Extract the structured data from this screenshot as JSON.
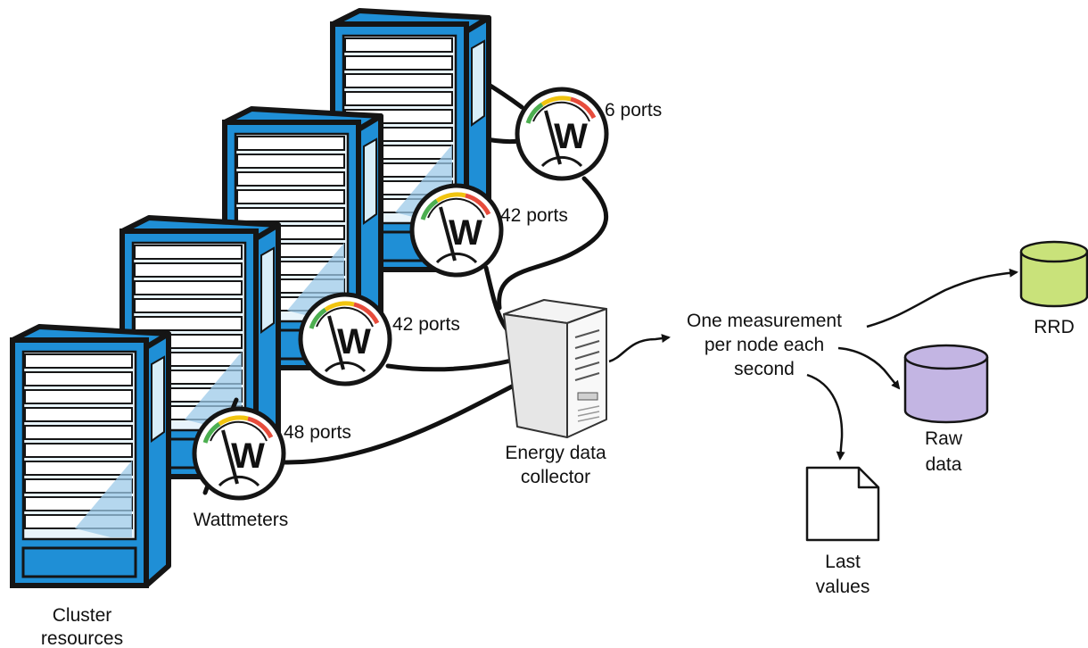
{
  "labels": {
    "cluster_line1": "Cluster",
    "cluster_line2": "resources",
    "wattmeters": "Wattmeters",
    "collector_line1": "Energy data",
    "collector_line2": "collector",
    "measurement_line1": "One measurement",
    "measurement_line2": "per node each",
    "measurement_line3": "second",
    "rrd": "RRD",
    "raw_line1": "Raw",
    "raw_line2": "data",
    "last_line1": "Last",
    "last_line2": "values"
  },
  "wattmeters": [
    {
      "ports_label": "6 ports",
      "glyph": "W"
    },
    {
      "ports_label": "42 ports",
      "glyph": "W"
    },
    {
      "ports_label": "42 ports",
      "glyph": "W"
    },
    {
      "ports_label": "48 ports",
      "glyph": "W"
    }
  ],
  "colors": {
    "rack_blue": "#1f8fd6",
    "rack_dark": "#151515",
    "rrd_green": "#c9e27a",
    "raw_purple": "#c3b5e3",
    "gauge_green": "#4caf50",
    "gauge_yellow": "#f1c40f",
    "gauge_red": "#e74c3c"
  },
  "icons": [
    "server-rack-icon",
    "wattmeter-icon",
    "tower-server-icon",
    "database-icon",
    "document-icon"
  ]
}
